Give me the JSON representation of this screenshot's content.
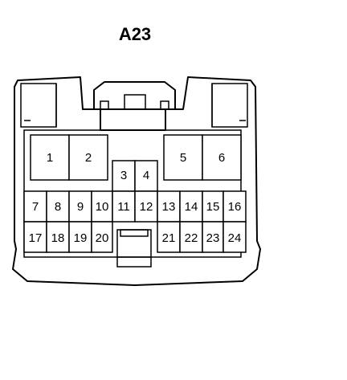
{
  "connector": {
    "name": "A23",
    "pins": {
      "1": "1",
      "2": "2",
      "3": "3",
      "4": "4",
      "5": "5",
      "6": "6",
      "7": "7",
      "8": "8",
      "9": "9",
      "10": "10",
      "11": "11",
      "12": "12",
      "13": "13",
      "14": "14",
      "15": "15",
      "16": "16",
      "17": "17",
      "18": "18",
      "19": "19",
      "20": "20",
      "21": "21",
      "22": "22",
      "23": "23",
      "24": "24"
    }
  }
}
